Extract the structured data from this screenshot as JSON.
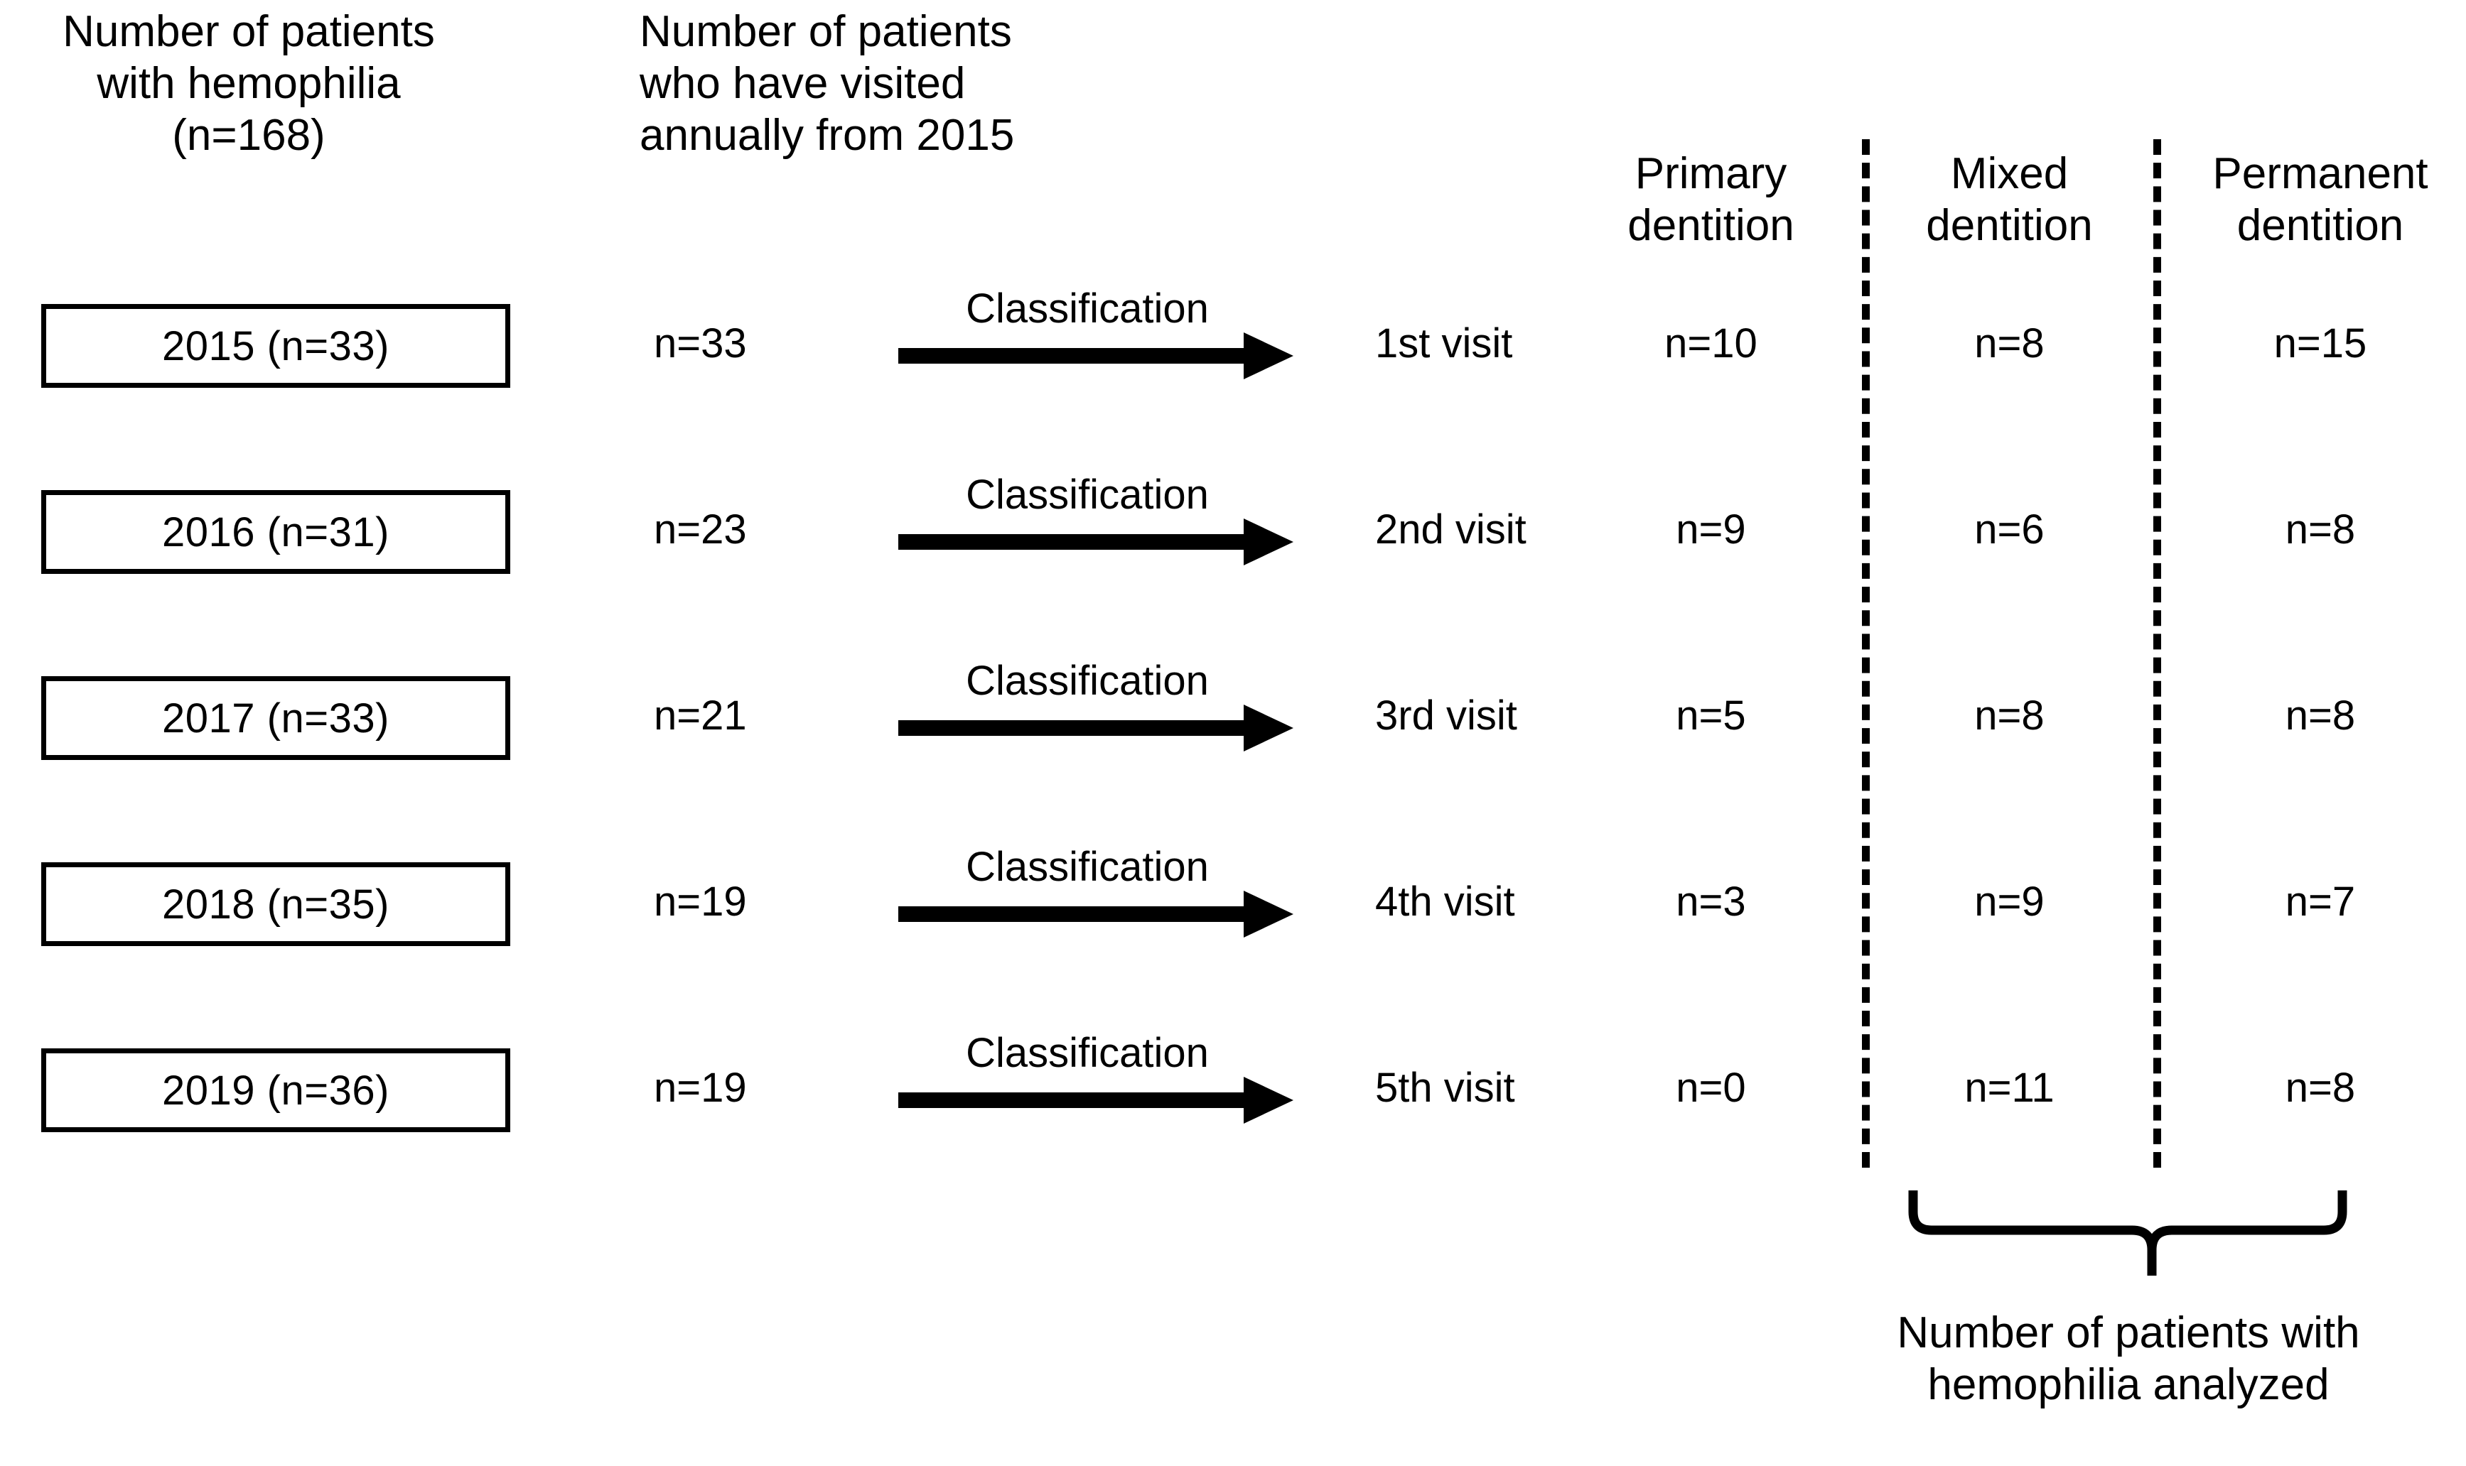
{
  "headers": {
    "hemophilia": "Number of patients\nwith hemophilia\n(n=168)",
    "hemophilia_line1": "Number of patients",
    "hemophilia_line2": "with hemophilia",
    "hemophilia_line3": "(n=168)",
    "visited_line1": "Number of patients",
    "visited_line2": "who have visited",
    "visited_line3": "annually from 2015",
    "primary_line1": "Primary",
    "primary_line2": "dentition",
    "mixed_line1": "Mixed",
    "mixed_line2": "dentition",
    "permanent_line1": "Permanent",
    "permanent_line2": "dentition"
  },
  "arrow_label": "Classification",
  "bottom_caption_line1": "Number of patients with",
  "bottom_caption_line2": "hemophilia analyzed",
  "colors": {
    "ink": "#000000",
    "background": "#ffffff"
  },
  "chart_data": {
    "type": "table",
    "title": "Patient flow of hemophilia patients by annual visit and dentition stage",
    "columns": [
      "Number of patients with hemophilia (n=168)",
      "Number of patients who have visited annually from 2015",
      "Classification",
      "Visit",
      "Primary dentition",
      "Mixed dentition",
      "Permanent dentition"
    ],
    "total_patients": 168,
    "rows": [
      {
        "year_box": "2015  (n=33)",
        "year": 2015,
        "year_n": 33,
        "visited": "n=33",
        "visited_n": 33,
        "arrow": "Classification",
        "visit": "1st visit",
        "primary": "n=10",
        "primary_n": 10,
        "mixed": "n=8",
        "mixed_n": 8,
        "permanent": "n=15",
        "permanent_n": 15
      },
      {
        "year_box": "2016  (n=31)",
        "year": 2016,
        "year_n": 31,
        "visited": "n=23",
        "visited_n": 23,
        "arrow": "Classification",
        "visit": "2nd visit",
        "primary": "n=9",
        "primary_n": 9,
        "mixed": "n=6",
        "mixed_n": 6,
        "permanent": "n=8",
        "permanent_n": 8
      },
      {
        "year_box": "2017  (n=33)",
        "year": 2017,
        "year_n": 33,
        "visited": "n=21",
        "visited_n": 21,
        "arrow": "Classification",
        "visit": "3rd visit",
        "primary": "n=5",
        "primary_n": 5,
        "mixed": "n=8",
        "mixed_n": 8,
        "permanent": "n=8",
        "permanent_n": 8
      },
      {
        "year_box": "2018  (n=35)",
        "year": 2018,
        "year_n": 35,
        "visited": "n=19",
        "visited_n": 19,
        "arrow": "Classification",
        "visit": "4th visit",
        "primary": "n=3",
        "primary_n": 3,
        "mixed": "n=9",
        "mixed_n": 9,
        "permanent": "n=7",
        "permanent_n": 7
      },
      {
        "year_box": "2019  (n=36)",
        "year": 2019,
        "year_n": 36,
        "visited": "n=19",
        "visited_n": 19,
        "arrow": "Classification",
        "visit": "5th visit",
        "primary": "n=0",
        "primary_n": 0,
        "mixed": "n=11",
        "mixed_n": 11,
        "permanent": "n=8",
        "permanent_n": 8
      }
    ],
    "brace_note": "Number of patients with hemophilia analyzed",
    "brace_spans": [
      "Mixed dentition",
      "Permanent dentition"
    ]
  }
}
